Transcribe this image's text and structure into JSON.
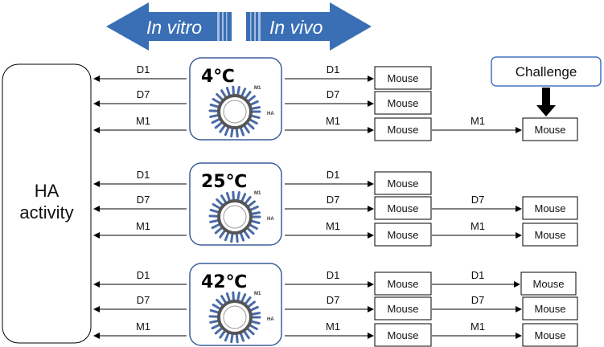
{
  "header": {
    "left_arrow_label": "In vitro",
    "right_arrow_label": "In vivo",
    "arrow_color": "#3a6fb5"
  },
  "ha_activity": {
    "line1": "HA",
    "line2": "activity"
  },
  "challenge": {
    "label": "Challenge",
    "border_color": "#4472c4"
  },
  "particle": {
    "m1_label": "M1",
    "ha_label": "HA",
    "spike_color": "#4a6aa8"
  },
  "groups": [
    {
      "temperature": "4℃",
      "left_labels": [
        "D1",
        "D7",
        "M1"
      ],
      "right_labels": [
        "D1",
        "D7",
        "M1"
      ],
      "mouse_label": "Mouse",
      "second": [
        {
          "row": 2,
          "label": "M1",
          "mouse": "Mouse"
        }
      ]
    },
    {
      "temperature": "25℃",
      "left_labels": [
        "D1",
        "D7",
        "M1"
      ],
      "right_labels": [
        "D1",
        "D7",
        "M1"
      ],
      "mouse_label": "Mouse",
      "second": [
        {
          "row": 1,
          "label": "D7",
          "mouse": "Mouse"
        },
        {
          "row": 2,
          "label": "M1",
          "mouse": "Mouse"
        }
      ]
    },
    {
      "temperature": "42℃",
      "left_labels": [
        "D1",
        "D7",
        "M1"
      ],
      "right_labels": [
        "D1",
        "D7",
        "M1"
      ],
      "mouse_label": "Mouse",
      "second": [
        {
          "row": 0,
          "label": "D1",
          "mouse": "Mouse"
        },
        {
          "row": 1,
          "label": "D7",
          "mouse": "Mouse"
        },
        {
          "row": 2,
          "label": "M1",
          "mouse": "Mouse"
        }
      ]
    }
  ]
}
